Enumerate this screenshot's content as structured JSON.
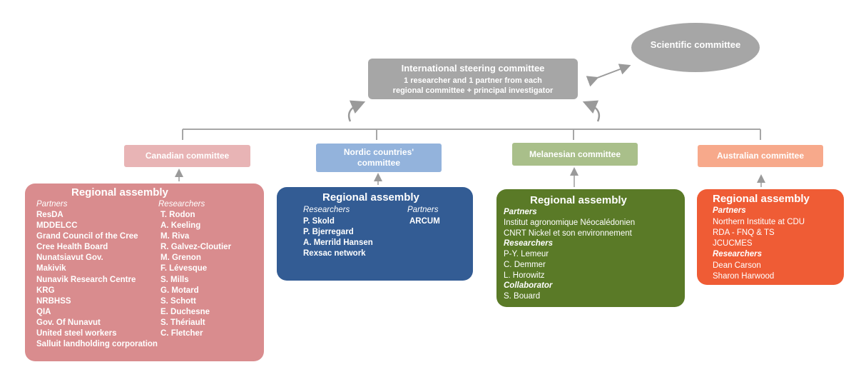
{
  "steering": {
    "title": "International steering committee",
    "line1": "1 researcher and 1 partner from each",
    "line2": "regional committee + principal investigator"
  },
  "scientific": "Scientific committee",
  "committees": {
    "canadian": "Canadian committee",
    "nordic_line1": "Nordic countries'",
    "nordic_line2": "committee",
    "melanesian": "Melanesian committee",
    "australian": "Australian committee"
  },
  "assemblies": {
    "canadian": {
      "title": "Regional assembly",
      "partners_header": "Partners",
      "researchers_header": "Researchers",
      "partners": [
        "ResDA",
        "MDDELCC",
        "Grand Council of the Cree",
        "Cree Health Board",
        "Nunatsiavut Gov.",
        "Makivik",
        "Nunavik Research Centre",
        "KRG",
        "NRBHSS",
        "QIA",
        "Gov. Of Nunavut",
        "United steel workers",
        "Salluit landholding corporation"
      ],
      "researchers": [
        "T. Rodon",
        "A. Keeling",
        "M. Riva",
        "R. Galvez-Cloutier",
        "M. Grenon",
        "F. Lévesque",
        "S. Mills",
        "G. Motard",
        "S. Schott",
        "E. Duchesne",
        "S. Thériault",
        "C. Fletcher"
      ]
    },
    "nordic": {
      "title": "Regional assembly",
      "researchers_header": "Researchers",
      "partners_header": "Partners",
      "researchers": [
        "P. Skold",
        "P. Bjerregard",
        "A. Merrild  Hansen",
        "Rexsac  network"
      ],
      "partners": [
        "ARCUM"
      ]
    },
    "melanesian": {
      "title": "Regional assembly",
      "partners_header": "Partners",
      "partners": [
        "Institut agronomique Néocalédonien",
        "CNRT Nickel et son environnement"
      ],
      "researchers_header": "Researchers",
      "researchers": [
        "P-Y. Lemeur",
        "C. Demmer",
        "L. Horowitz"
      ],
      "collaborator_header": "Collaborator",
      "collaborators": [
        "S. Bouard"
      ]
    },
    "australian": {
      "title": "Regional assembly",
      "partners_header": "Partners",
      "partners": [
        "Northern Institute at CDU",
        "RDA - FNQ & TS",
        "JCUCMES"
      ],
      "researchers_header": "Researchers",
      "researchers": [
        "Dean Carson",
        "Sharon Harwood"
      ]
    }
  },
  "colors": {
    "steering": "#a6a6a6",
    "connector": "#a6a6a6",
    "canadian": "#d98c8e",
    "nordic": "#335c94",
    "melanesian": "#5a7a27",
    "australian": "#ef5c35"
  }
}
